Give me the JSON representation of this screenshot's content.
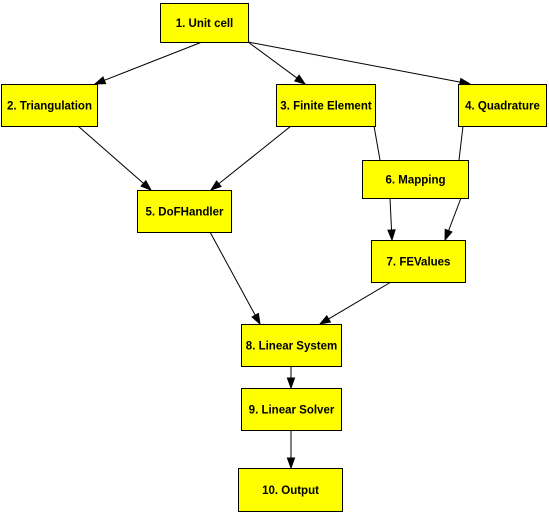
{
  "colors": {
    "background": "#ffffff",
    "node_fill": "#ffff00",
    "node_border": "#000000",
    "edge": "#000000",
    "text": "#000000"
  },
  "nodes": [
    {
      "id": "unit-cell",
      "label": "1. Unit cell"
    },
    {
      "id": "triangulation",
      "label": "2. Triangulation"
    },
    {
      "id": "finite-element",
      "label": "3. Finite Element"
    },
    {
      "id": "quadrature",
      "label": "4. Quadrature"
    },
    {
      "id": "dofhandler",
      "label": "5. DoFHandler"
    },
    {
      "id": "mapping",
      "label": "6. Mapping"
    },
    {
      "id": "fevalues",
      "label": "7. FEValues"
    },
    {
      "id": "linear-system",
      "label": "8. Linear System"
    },
    {
      "id": "linear-solver",
      "label": "9. Linear Solver"
    },
    {
      "id": "output",
      "label": "10. Output"
    }
  ],
  "edges": [
    {
      "from": "unit-cell",
      "to": "triangulation",
      "arrow": true
    },
    {
      "from": "unit-cell",
      "to": "finite-element",
      "arrow": true
    },
    {
      "from": "unit-cell",
      "to": "quadrature",
      "arrow": true
    },
    {
      "from": "triangulation",
      "to": "dofhandler",
      "arrow": true
    },
    {
      "from": "finite-element",
      "to": "dofhandler",
      "arrow": true
    },
    {
      "from": "finite-element",
      "to": "mapping",
      "arrow": false
    },
    {
      "from": "quadrature",
      "to": "mapping",
      "arrow": false
    },
    {
      "from": "mapping",
      "to": "fevalues",
      "arrow": true
    },
    {
      "from": "mapping",
      "to": "fevalues",
      "arrow": true
    },
    {
      "from": "dofhandler",
      "to": "linear-system",
      "arrow": true
    },
    {
      "from": "fevalues",
      "to": "linear-system",
      "arrow": true
    },
    {
      "from": "linear-system",
      "to": "linear-solver",
      "arrow": true
    },
    {
      "from": "linear-solver",
      "to": "output",
      "arrow": true
    }
  ]
}
